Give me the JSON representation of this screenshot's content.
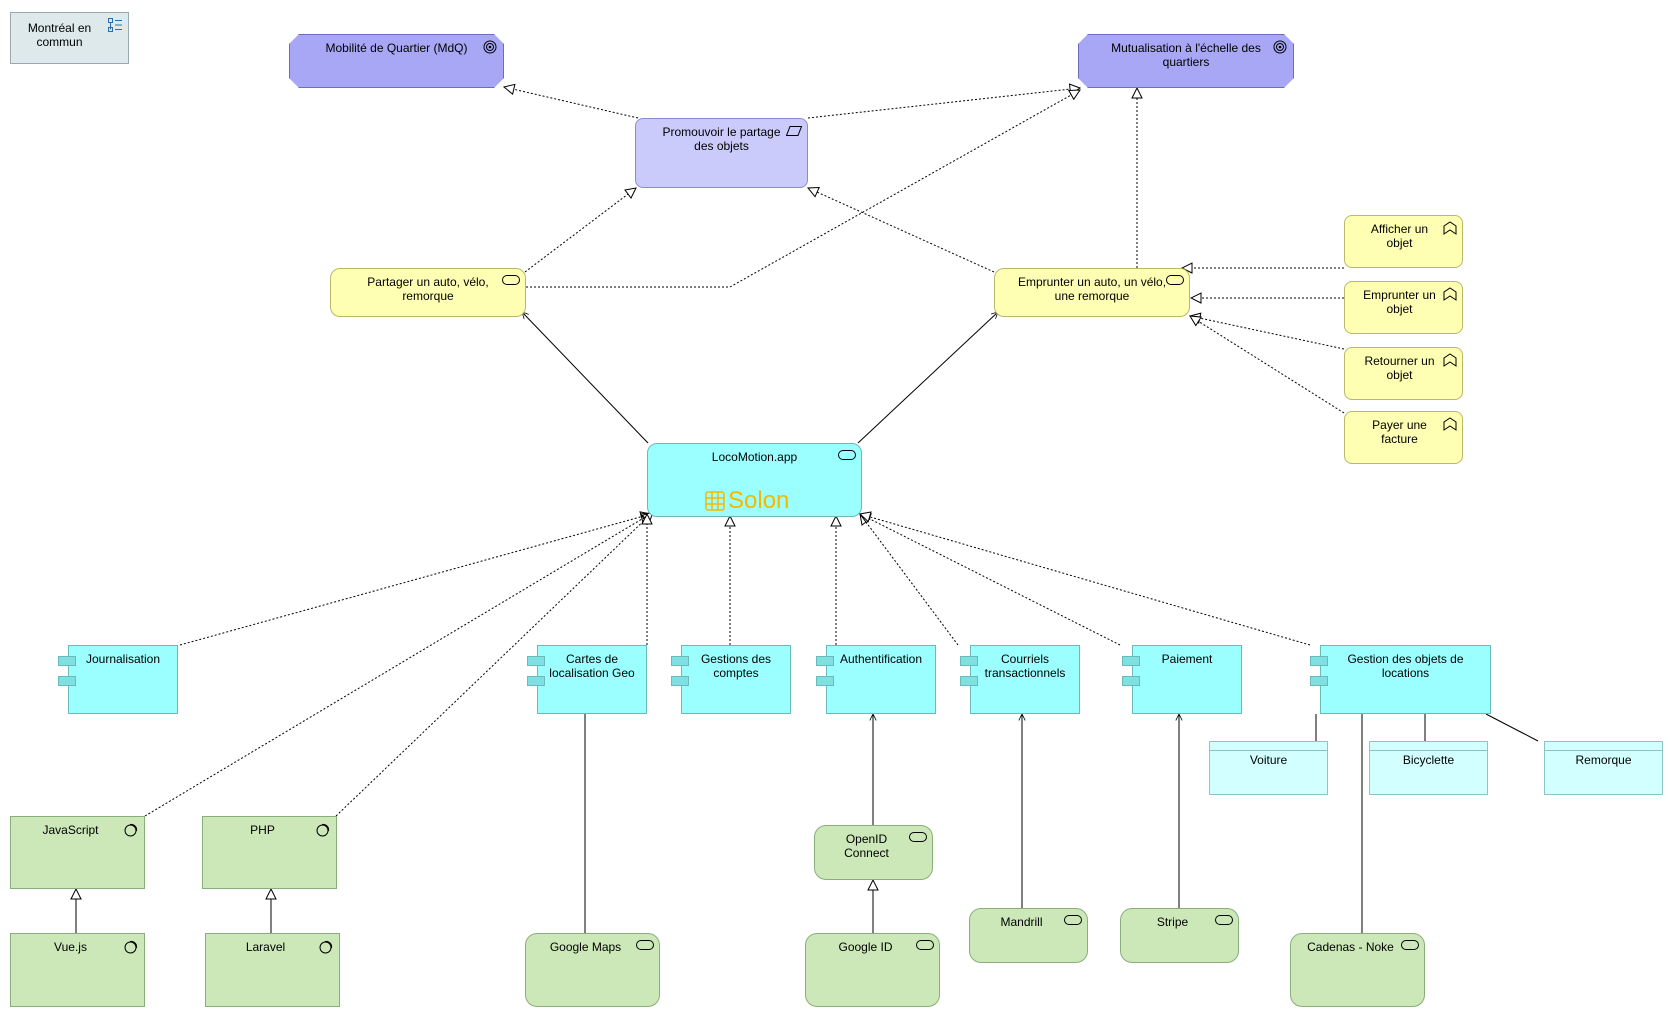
{
  "diagram": {
    "note": {
      "label": "Montréal en commun",
      "icon": "group-icon"
    },
    "goals": {
      "mdq": "Mobilité de Quartier (MdQ)",
      "mutualisation": "Mutualisation à l'échelle des quartiers"
    },
    "driver": {
      "promouvoir": "Promouvoir le partage des objets"
    },
    "services": {
      "partager": "Partager un auto, vélo, remorque",
      "emprunter": "Emprunter un auto, un vélo, une remorque"
    },
    "processes": {
      "afficher": "Afficher un objet",
      "emprunter_objet": "Emprunter un objet",
      "retourner": "Retourner un objet",
      "payer": "Payer une facture"
    },
    "app": {
      "name": "LocoMotion.app",
      "logo_text": "Solon",
      "logo_color": "#f5b800"
    },
    "components": {
      "journalisation": "Journalisation",
      "cartes": "Cartes de localisation Geo",
      "gestions_comptes": "Gestions des comptes",
      "authentification": "Authentification",
      "courriels": "Courriels transactionnels",
      "paiement": "Paiement",
      "gestion_objets": "Gestion des objets de locations"
    },
    "data_objects": {
      "voiture": "Voiture",
      "bicyclette": "Bicyclette",
      "remorque": "Remorque"
    },
    "tech": {
      "javascript": "JavaScript",
      "php": "PHP",
      "vuejs": "Vue.js",
      "laravel": "Laravel",
      "google_maps": "Google Maps",
      "openid": "OpenID Connect",
      "google_id": "Google ID",
      "mandrill": "Mandrill",
      "stripe": "Stripe",
      "cadenas": "Cadenas - Noke"
    },
    "colors": {
      "goal": "#a7a7f5",
      "driver": "#cbcbfb",
      "business": "#ffffb4",
      "application": "#9cffff",
      "data": "#d2ffff",
      "technology": "#cce8b8",
      "note": "#dde9ea"
    }
  }
}
